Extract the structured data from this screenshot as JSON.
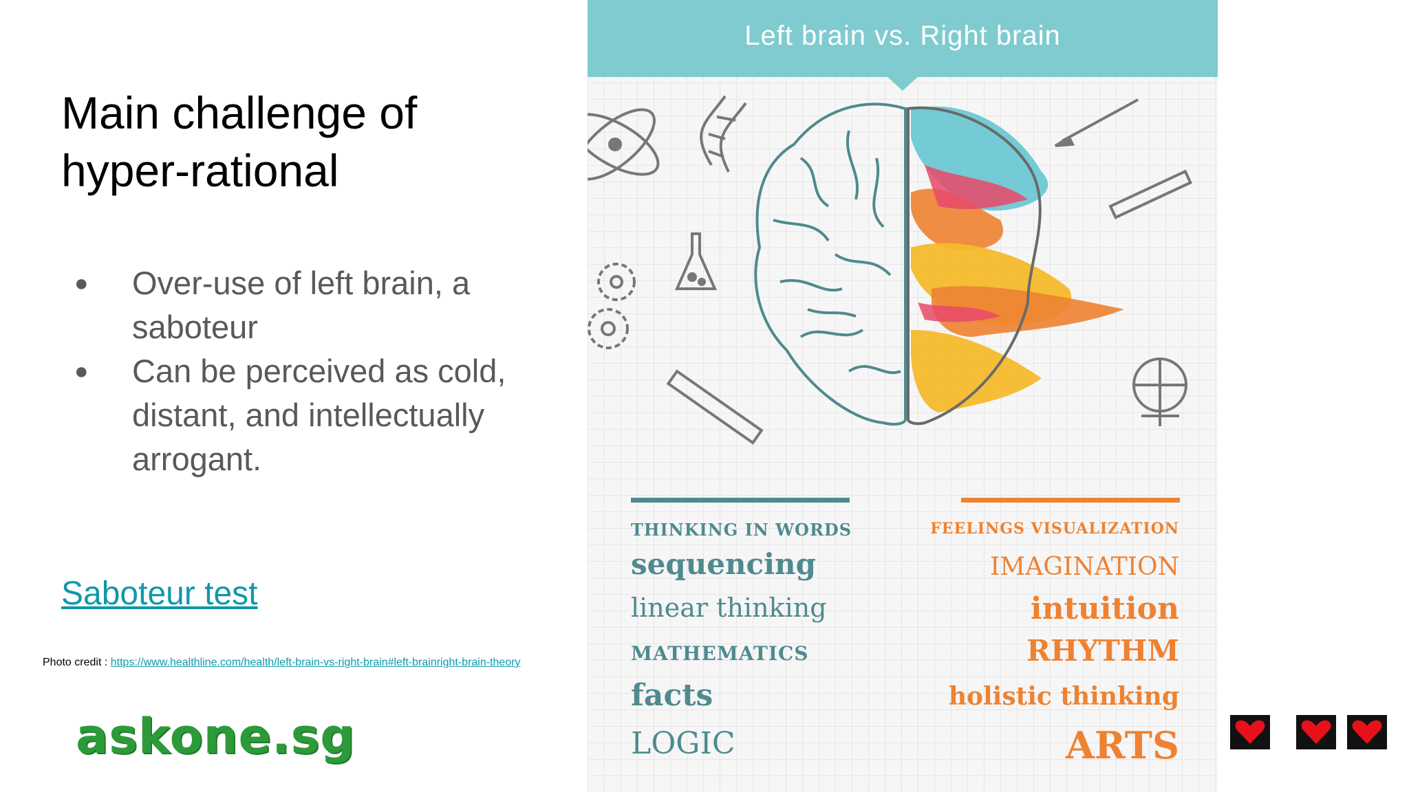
{
  "slide": {
    "title_lines": [
      "Main challenge of",
      "hyper-rational"
    ],
    "bullets": [
      "Over-use of left brain, a saboteur",
      "Can be perceived as cold, distant, and intellectually arrogant."
    ],
    "link_text": "Saboteur test",
    "credit_label": "Photo credit : ",
    "credit_url": "https://www.healthline.com/health/left-brain-vs-right-brain#left-brainright-brain-theory",
    "logo_text": "askone.sg"
  },
  "infographic": {
    "header": "Left brain vs. Right brain",
    "left_words": [
      "THINKING IN WORDS",
      "sequencing",
      "linear thinking",
      "MATHEMATICS",
      "facts",
      "LOGIC"
    ],
    "right_words": [
      "FEELINGS VISUALIZATION",
      "IMAGINATION",
      "intuition",
      "RHYTHM",
      "holistic thinking",
      "ARTS"
    ],
    "colors": {
      "header": "#7fcbd0",
      "left": "#4f8a8e",
      "right": "#ee8232",
      "yellow": "#f6b92b",
      "pink": "#e8496a",
      "cyan": "#66c6d3"
    }
  },
  "decorations": {
    "heart_icon_count": 3
  }
}
